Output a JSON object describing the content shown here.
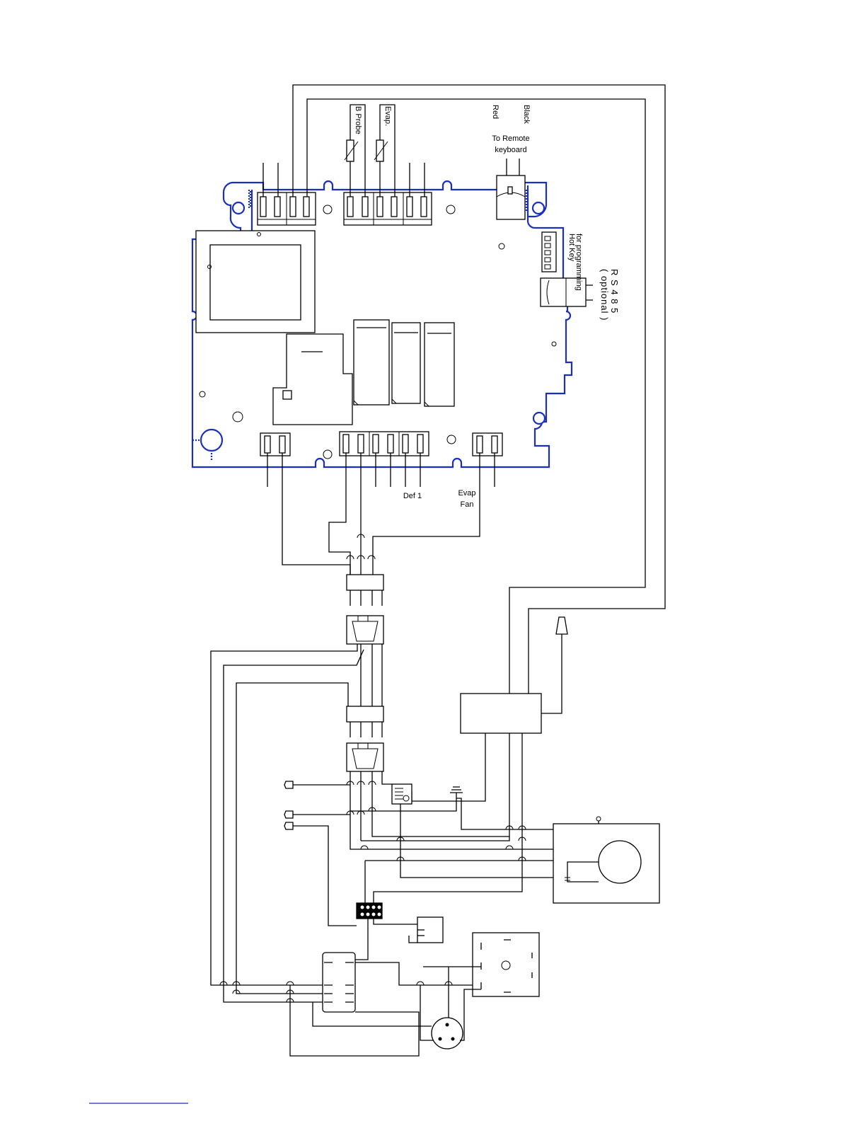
{
  "labels": {
    "b_probe": "B Probe",
    "evap": "Evap.",
    "red": "Red",
    "black": "Black",
    "to_remote": "To  Remote",
    "keyboard": "keyboard",
    "hot_key": "Hot  Key",
    "for_programming": "for programming",
    "rs485": "R S 4 8 5",
    "optional": "( optional )",
    "def1": "Def  1",
    "evap_fan_1": "Evap",
    "evap_fan_2": "Fan"
  },
  "colors": {
    "board_outline": "#1a2fc0",
    "wire": "#000000",
    "footer_line": "#1a2fc0"
  }
}
